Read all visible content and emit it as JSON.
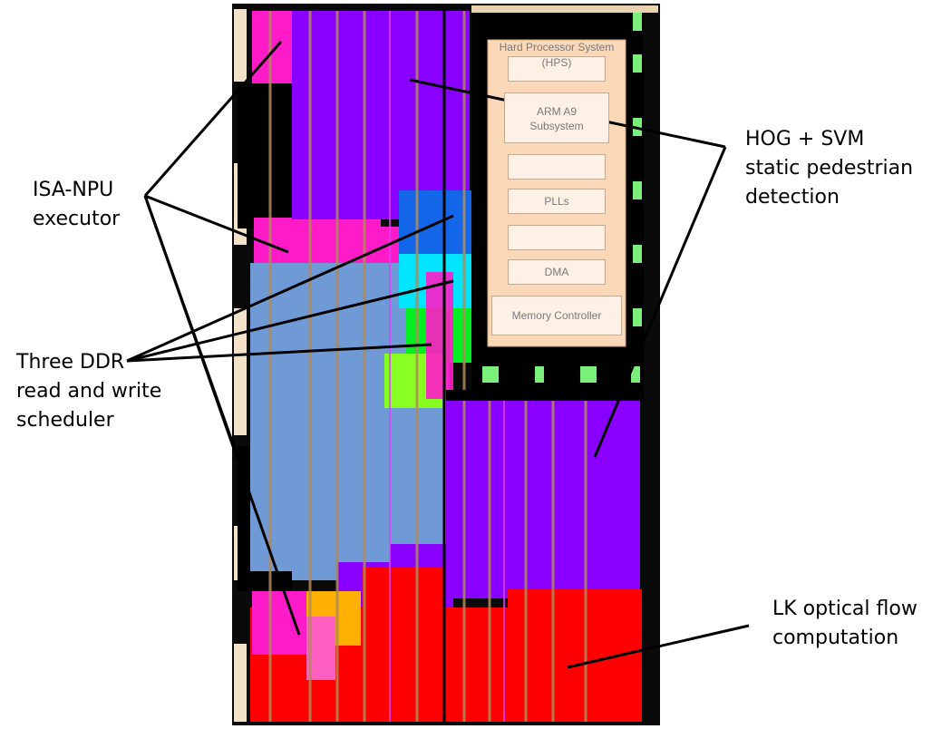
{
  "labels": {
    "isa_npu": [
      "ISA-NPU",
      "executor"
    ],
    "ddr": [
      "Three DDR",
      "read and write",
      "scheduler"
    ],
    "hog": [
      "HOG + SVM",
      "static pedestrian",
      "detection"
    ],
    "lk": [
      "LK optical flow",
      "computation"
    ]
  },
  "hps": {
    "title": "Hard Processor System",
    "subtitle": "(HPS)",
    "arm": [
      "ARM A9",
      "Subsystem"
    ],
    "plls": "PLLs",
    "dma": "DMA",
    "memctrl": "Memory Controller"
  },
  "colors": {
    "magenta": "#ff1cc8",
    "violet": "#8a00ff",
    "steelblue": "#6f9ad6",
    "red": "#ff0000",
    "cyan": "#00e5ff",
    "green": "#00ee22",
    "blue": "#1466e8",
    "lime": "#88ff22",
    "orange": "#ffb000",
    "hps_bg": "#fbd8b8"
  }
}
